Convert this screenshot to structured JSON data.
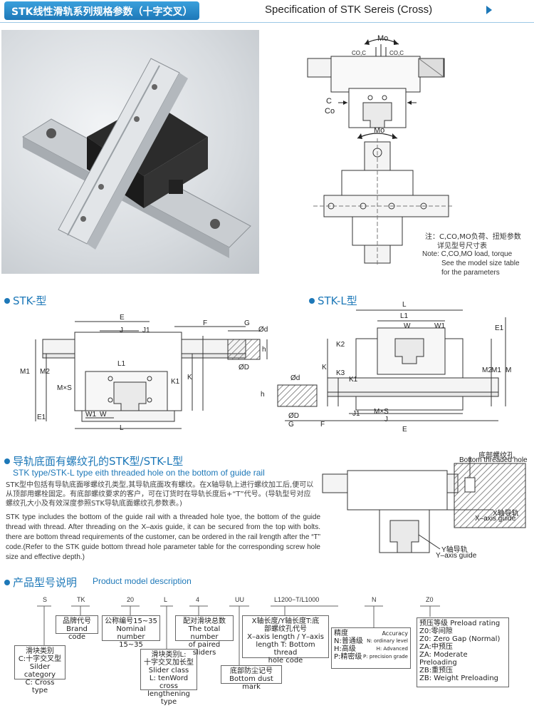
{
  "header": {
    "title_cn": "STK线性滑轨系列规格参数（十字交叉）",
    "title_en": "Specification of STK Sereis (Cross)"
  },
  "top_diagram": {
    "mo_label_1": "Mo",
    "coc_left": "CO,C",
    "coc_right": "CO,C",
    "c_label": "C",
    "co_label": "Co",
    "mo_label_2": "Mo"
  },
  "note": {
    "cn_1": "注：C,CO,MO负荷、扭矩参数",
    "cn_2": "详见型号尺寸表",
    "en_1": "Note: C,CO,MO load, torque",
    "en_2": "See the model size table",
    "en_3": "for the parameters"
  },
  "sections": {
    "stk": "STK-型",
    "stk_l": "STK-L型",
    "threaded_cn": "导轨底面有螺纹孔的STK型/STK-L型",
    "threaded_en": "STK type/STK-L type eith threaded hole on the bottom of guide rail",
    "model": "产品型号说明",
    "model_en": "Product model description"
  },
  "stk_dims": [
    "E",
    "J",
    "J1",
    "F",
    "G",
    "Ød",
    "h",
    "ØD",
    "L1",
    "K",
    "K1",
    "M1",
    "M2",
    "M×S",
    "E1",
    "W1",
    "W",
    "L"
  ],
  "stkl_dims": [
    "L",
    "L1",
    "W",
    "W1",
    "E1",
    "K2",
    "K",
    "K3",
    "K1",
    "M2",
    "M1",
    "M",
    "Ød",
    "ØD",
    "h",
    "J1",
    "M×S",
    "J",
    "G",
    "F",
    "E"
  ],
  "threaded_text": {
    "cn": "STK型中包括有导轨底面嗲螺纹孔类型,其导轨底面攻有螺纹。在X轴导轨上进行螺纹加工后,便可以从顶部用螺栓固定。有底部螺纹要求的客户，可在订货时在导轨长度后+“T”代号。(导轨型号对应螺纹孔大小及有效深度参照STK导轨底面螺纹孔参数表。)",
    "en": "STK type includes the bottom of the guide rail with a threaded hole tyoe, the bottom of the guide thread with thread. After threading on the X–axis guide, it can be secured from the top with bolts. there are bottom thread requirements of the customer, can be ordered in the rail lrength after the  “T” code.(Refer to the STK guide bottom thread hole parameter table for the corresponding screw hole size and effective depth.)"
  },
  "threaded_labels": {
    "bottom_cn": "底部螺纹孔",
    "bottom_en": "Bottom threaded hole",
    "x_cn": "X轴导轨",
    "x_en": "X–axis guide",
    "y_cn": "Y轴导轨",
    "y_en": "Y–axis guide"
  },
  "model_codes": {
    "s": "S",
    "tk": "TK",
    "n20": "20",
    "l": "L",
    "n4": "4",
    "uu": "UU",
    "length": "L1200−T/L1000",
    "n": "N",
    "z0": "Z0"
  },
  "model_boxes": {
    "slider_category": [
      "滑块类别",
      "C:十字交叉型",
      "Silder category",
      "C: Cross type"
    ],
    "brand": [
      "品牌代号",
      "Brand code"
    ],
    "nominal": [
      "公称编号15~35",
      "Nominal number",
      "15~35"
    ],
    "slider_class": [
      "滑块类别L:",
      "十字交叉加长型",
      "Slider class",
      "L: tenWord cross",
      "lengthening type"
    ],
    "paired": [
      "配对滑块总数",
      "The total number",
      "of paired sliders"
    ],
    "dust": [
      "底部防尘记号",
      "Bottom dust mark"
    ],
    "length": [
      "X轴长度/Y轴长度T:底",
      "部螺纹孔代号",
      "X–axis length / Y–axis",
      "length T: Bottom thread",
      "hole code"
    ],
    "accuracy_title_cn": "精度",
    "accuracy_title_en": "Accuracy",
    "accuracy": [
      {
        "cn": "N:普通级",
        "en": "N: ordinary level"
      },
      {
        "cn": "H:高级",
        "en": "H: Advanced"
      },
      {
        "cn": "P:精密级",
        "en": "P: precision grade"
      }
    ],
    "preload_title_cn": "预压等级",
    "preload_title_en": "Preload rating",
    "preload": [
      "Z0:零间隙",
      "Z0: Zero Gap (Normal)",
      "ZA:中预压",
      "ZA: Moderate Preloading",
      "ZB:重预压",
      "ZB: Weight Preloading"
    ]
  },
  "colors": {
    "accent": "#1d78b8",
    "line": "#333333",
    "part_fill": "#f4f4f4",
    "hatch": "#666666"
  }
}
